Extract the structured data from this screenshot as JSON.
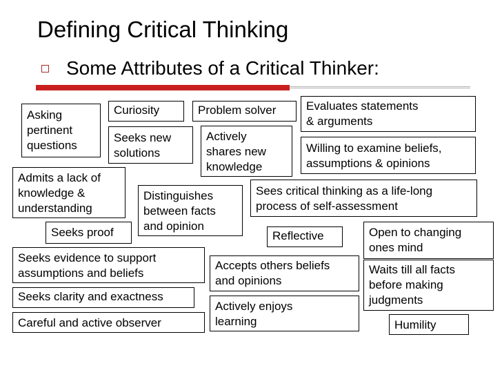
{
  "slide": {
    "title": "Defining Critical Thinking",
    "subtitle": "Some Attributes of a Critical Thinker:"
  },
  "attributes": {
    "asking_questions": [
      "Asking",
      "pertinent",
      "questions"
    ],
    "curiosity": [
      "Curiosity"
    ],
    "problem_solver": [
      "Problem solver"
    ],
    "evaluates_statements": [
      "Evaluates statements",
      "& arguments"
    ],
    "seeks_new_solutions": [
      "Seeks new",
      "solutions"
    ],
    "shares_knowledge": [
      "Actively",
      "shares new",
      "knowledge"
    ],
    "examine_beliefs": [
      "Willing to examine beliefs,",
      "assumptions & opinions"
    ],
    "admits_lack": [
      "Admits a lack of",
      "knowledge &",
      "understanding"
    ],
    "distinguishes": [
      "Distinguishes",
      "between facts",
      "and opinion"
    ],
    "life_long": [
      "Sees critical thinking as a life-long",
      "process of self-assessment"
    ],
    "seeks_proof": [
      "Seeks proof"
    ],
    "reflective": [
      "Reflective"
    ],
    "open_mind": [
      "Open to changing",
      "ones mind"
    ],
    "seeks_evidence": [
      "Seeks evidence to support",
      "assumptions and beliefs"
    ],
    "accepts_beliefs": [
      "Accepts others beliefs",
      "and opinions"
    ],
    "waits_facts": [
      "Waits till all facts",
      "before making",
      "judgments"
    ],
    "clarity": [
      "Seeks clarity and exactness"
    ],
    "enjoys_learning": [
      "Actively enjoys",
      "learning"
    ],
    "observer": [
      "Careful and active observer"
    ],
    "humility": [
      "Humility"
    ]
  },
  "colors": {
    "accent_red": "#c9201f",
    "bullet": "#a62a2a"
  }
}
